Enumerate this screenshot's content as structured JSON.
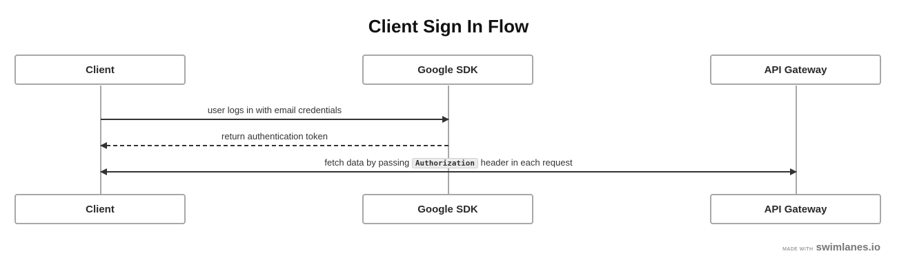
{
  "title": "Client Sign In Flow",
  "actors": [
    {
      "label": "Client"
    },
    {
      "label": "Google SDK"
    },
    {
      "label": "API Gateway"
    }
  ],
  "messages": [
    {
      "from": "Client",
      "to": "Google SDK",
      "style": "solid",
      "text": "user logs in with email credentials"
    },
    {
      "from": "Google SDK",
      "to": "Client",
      "style": "dashed",
      "text": "return authentication token"
    },
    {
      "from": "Client",
      "to": "API Gateway",
      "style": "solid-bidirectional",
      "text_before": "fetch data by passing",
      "code": "Authorization",
      "text_after": "header in each request"
    }
  ],
  "footer": {
    "made_with": "MADE WITH",
    "brand": "swimlanes.io"
  }
}
